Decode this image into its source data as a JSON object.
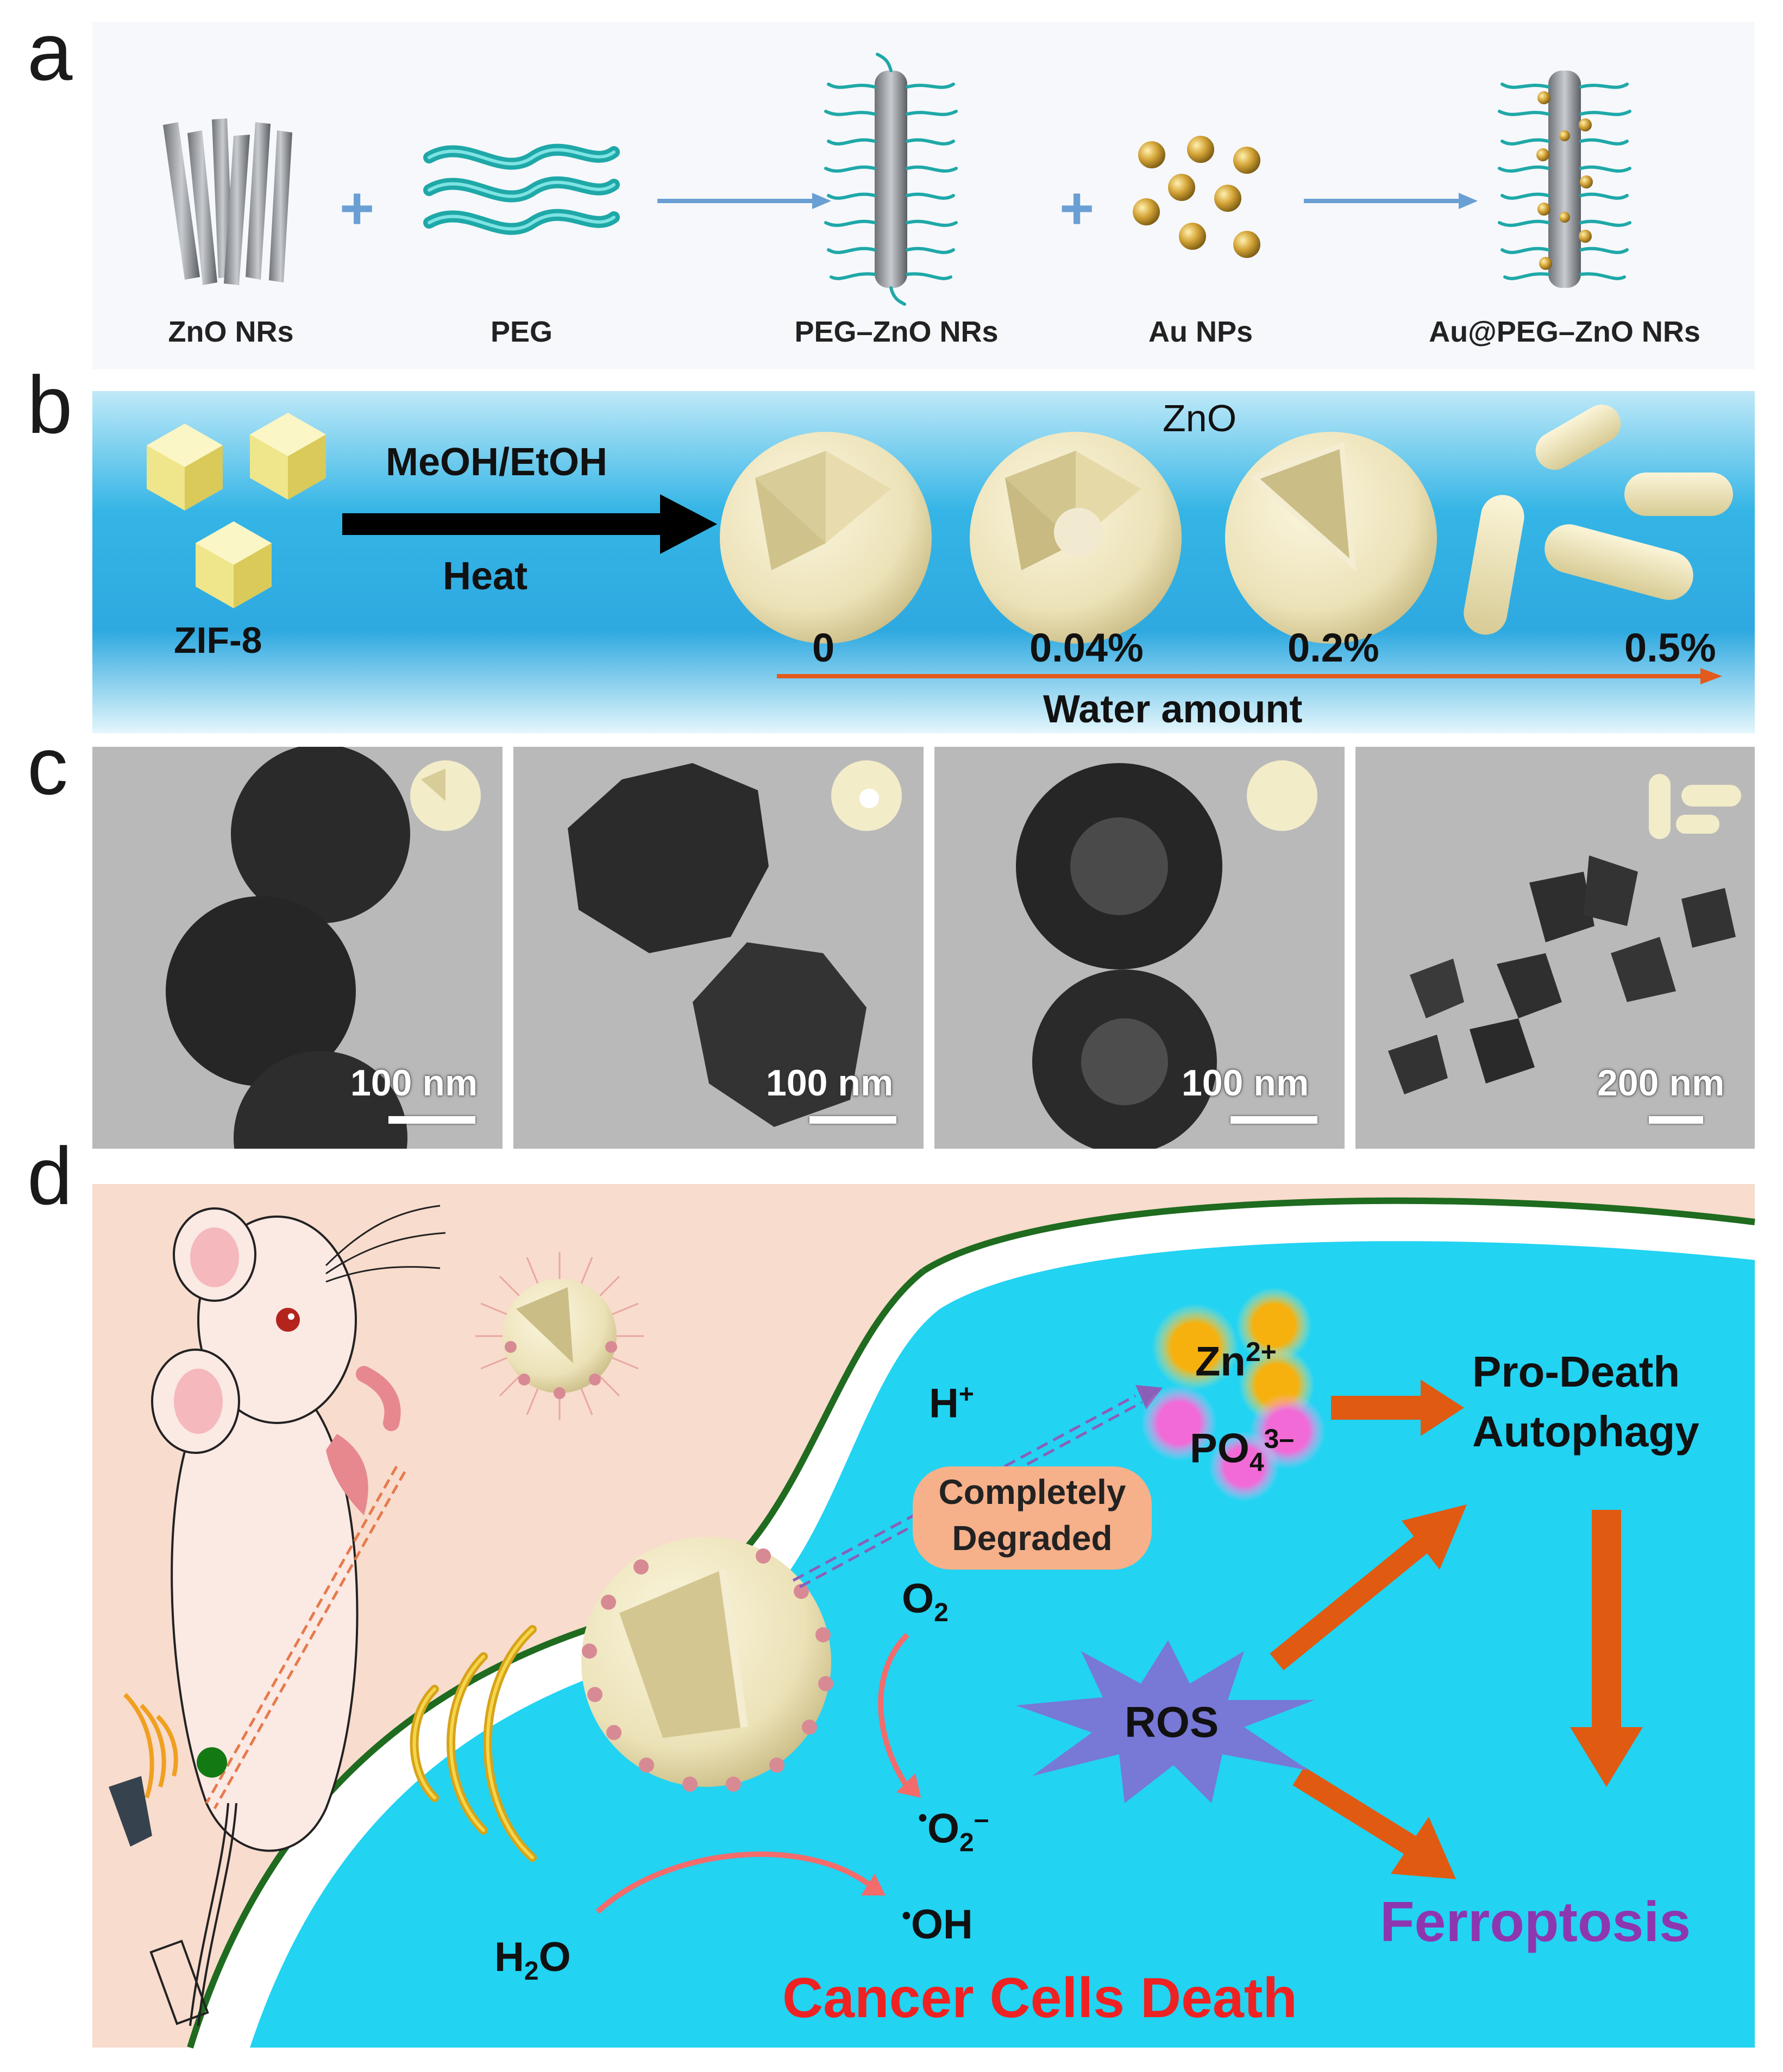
{
  "panel_labels": {
    "a": "a",
    "b": "b",
    "c": "c",
    "d": "d"
  },
  "panel_a": {
    "items": [
      "ZnO NRs",
      "PEG",
      "PEG–ZnO NRs",
      "Au NPs",
      "Au@PEG–ZnO NRs"
    ],
    "plus": "+"
  },
  "panel_b": {
    "precursor": "ZIF-8",
    "arrow_top": "MeOH/EtOH",
    "arrow_bottom": "Heat",
    "product": "ZnO",
    "water_levels": [
      "0",
      "0.04%",
      "0.2%",
      "0.5%"
    ],
    "axis_label": "Water amount"
  },
  "panel_c": {
    "scale_bars": [
      "100 nm",
      "100 nm",
      "100 nm",
      "200 nm"
    ]
  },
  "panel_d": {
    "h_plus": "H",
    "h_plus_sup": "+",
    "zn": "Zn",
    "zn_sup": "2+",
    "po": "PO",
    "po_sub": "4",
    "po_sup": "3–",
    "degraded_line1": "Completely",
    "degraded_line2": "Degraded",
    "pro_death_line1": "Pro-Death",
    "pro_death_line2": "Autophagy",
    "o2": "O",
    "o2_sub": "2",
    "superoxide": "O",
    "superoxide_sub": "2",
    "superoxide_sup": "–",
    "ros": "ROS",
    "hydroxyl": "OH",
    "water": "H",
    "water_sub": "2",
    "water_tail": "O",
    "ferroptosis": "Ferroptosis",
    "death": "Cancer Cells Death"
  },
  "colors": {
    "arrow_blue": "#6a9fd4",
    "cell_blue": "#22d3f2",
    "tissue_pink": "#f8dccd",
    "membrane_green": "#1f6b1f",
    "arrow_orange": "#e05a12",
    "ferroptosis_purple": "#8e36b0",
    "death_red": "#ee2222",
    "ros_purple": "#7878d6"
  }
}
